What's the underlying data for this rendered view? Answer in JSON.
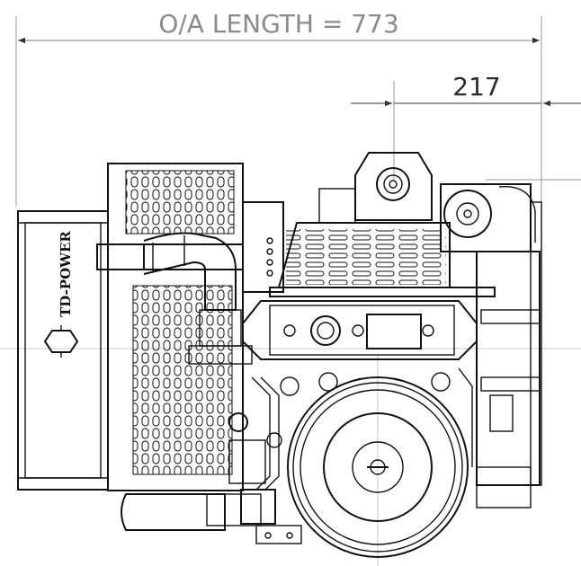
{
  "dimensions": {
    "overall_length_label": "O/A LENGTH = 773",
    "offset_label": "217"
  },
  "brand_text": "TD-POWER",
  "colors": {
    "line": "#111111",
    "dimension_text": "#8a8a8a",
    "background": "#ffffff"
  }
}
